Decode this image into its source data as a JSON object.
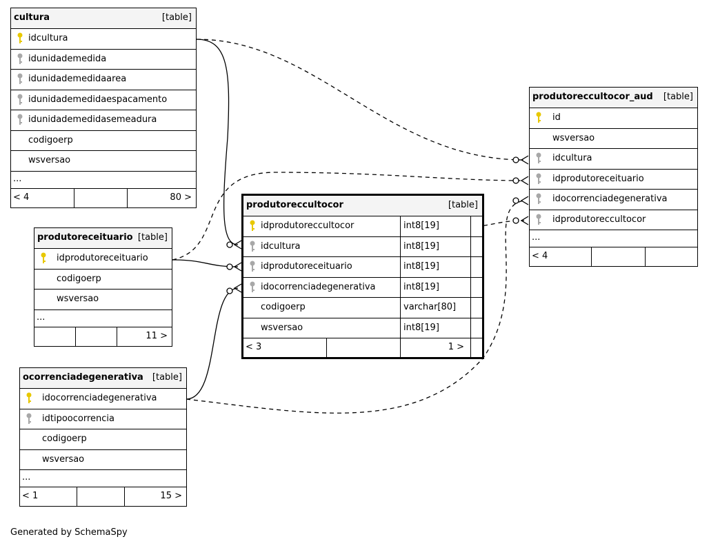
{
  "tables": {
    "cultura": {
      "name": "cultura",
      "tag": "[table]",
      "columns": [
        {
          "name": "idcultura",
          "key": "primary"
        },
        {
          "name": "idunidademedida",
          "key": "foreign"
        },
        {
          "name": "idunidademedidaarea",
          "key": "foreign"
        },
        {
          "name": "idunidademedidaespacamento",
          "key": "foreign"
        },
        {
          "name": "idunidademedidasemeadura",
          "key": "foreign"
        },
        {
          "name": "codigoerp",
          "key": "none"
        },
        {
          "name": "wsversao",
          "key": "none"
        }
      ],
      "more": "...",
      "footer_left": "< 4",
      "footer_right": "80 >"
    },
    "produtoreceituario": {
      "name": "produtoreceituario",
      "tag": "[table]",
      "columns": [
        {
          "name": "idprodutoreceituario",
          "key": "primary"
        },
        {
          "name": "codigoerp",
          "key": "none"
        },
        {
          "name": "wsversao",
          "key": "none"
        }
      ],
      "more": "...",
      "footer_left": "",
      "footer_right": "11 >"
    },
    "ocorrenciadegenerativa": {
      "name": "ocorrenciadegenerativa",
      "tag": "[table]",
      "columns": [
        {
          "name": "idocorrenciadegenerativa",
          "key": "primary"
        },
        {
          "name": "idtipoocorrencia",
          "key": "foreign"
        },
        {
          "name": "codigoerp",
          "key": "none"
        },
        {
          "name": "wsversao",
          "key": "none"
        }
      ],
      "more": "...",
      "footer_left": "< 1",
      "footer_right": "15 >"
    },
    "produtoreccultocor": {
      "name": "produtoreccultocor",
      "tag": "[table]",
      "columns": [
        {
          "name": "idprodutoreccultocor",
          "key": "primary",
          "type": "int8[19]"
        },
        {
          "name": "idcultura",
          "key": "foreign",
          "type": "int8[19]"
        },
        {
          "name": "idprodutoreceituario",
          "key": "foreign",
          "type": "int8[19]"
        },
        {
          "name": "idocorrenciadegenerativa",
          "key": "foreign",
          "type": "int8[19]"
        },
        {
          "name": "codigoerp",
          "key": "none",
          "type": "varchar[80]"
        },
        {
          "name": "wsversao",
          "key": "none",
          "type": "int8[19]"
        }
      ],
      "footer_left": "< 3",
      "footer_right": "1 >"
    },
    "produtoreccultocor_aud": {
      "name": "produtoreccultocor_aud",
      "tag": "[table]",
      "columns": [
        {
          "name": "id",
          "key": "primary"
        },
        {
          "name": "wsversao",
          "key": "none"
        },
        {
          "name": "idcultura",
          "key": "foreign"
        },
        {
          "name": "idprodutoreceituario",
          "key": "foreign"
        },
        {
          "name": "idocorrenciadegenerativa",
          "key": "foreign"
        },
        {
          "name": "idprodutoreccultocor",
          "key": "foreign"
        }
      ],
      "more": "...",
      "footer_left": "< 4",
      "footer_right": ""
    }
  },
  "colors": {
    "primary_key": "#e8c800",
    "foreign_key": "#a8a8a8",
    "header_bg": "#f4f4f4"
  },
  "footer_text": "Generated by SchemaSpy"
}
